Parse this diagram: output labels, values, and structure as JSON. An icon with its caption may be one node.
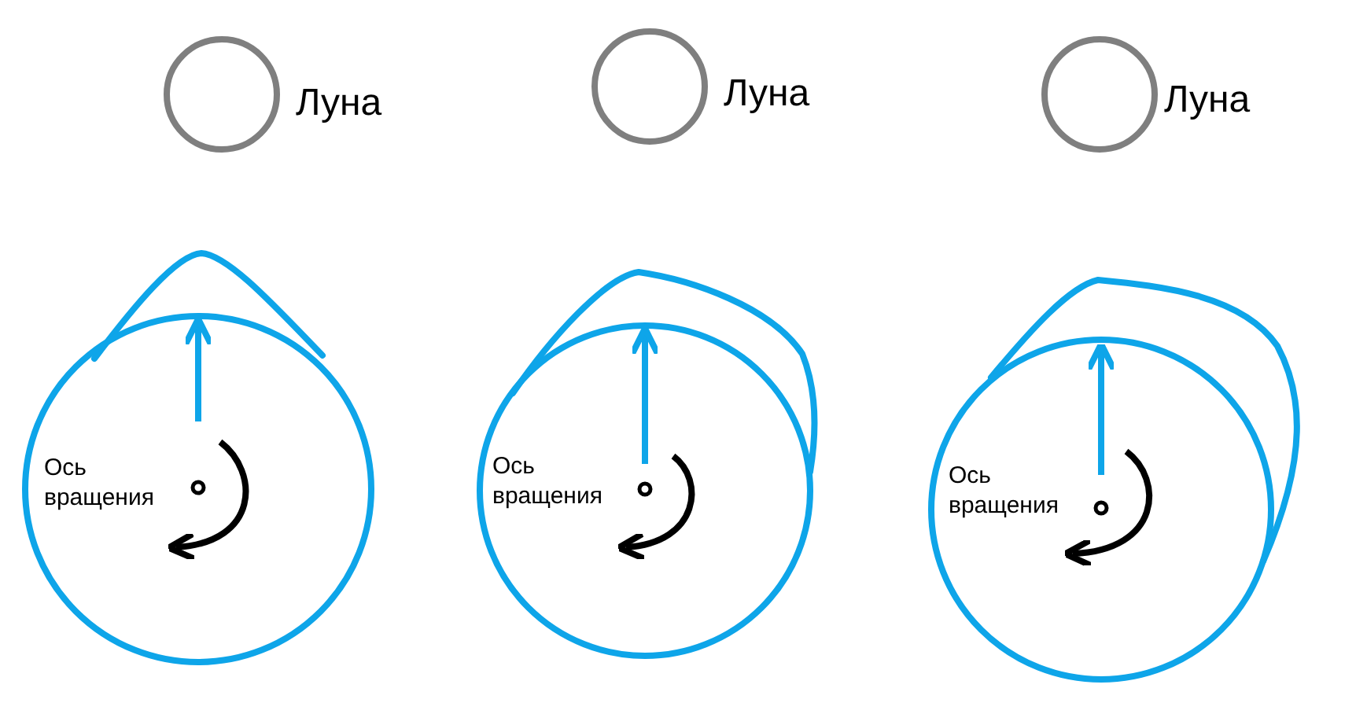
{
  "diagram": {
    "nodes": [
      {
        "text": [],
        "shape": "circle",
        "beside": [
          "Луна"
        ]
      },
      {
        "text": [],
        "shape": "circle",
        "beside": [
          "Луна"
        ]
      },
      {
        "text": [],
        "shape": "circle",
        "beside": [
          "Луна"
        ]
      },
      {
        "text": [
          "Ось вращения"
        ]
      },
      {
        "text": [
          "Ось вращения"
        ]
      },
      {
        "text": [
          "Ось вращения"
        ]
      }
    ]
  }
}
